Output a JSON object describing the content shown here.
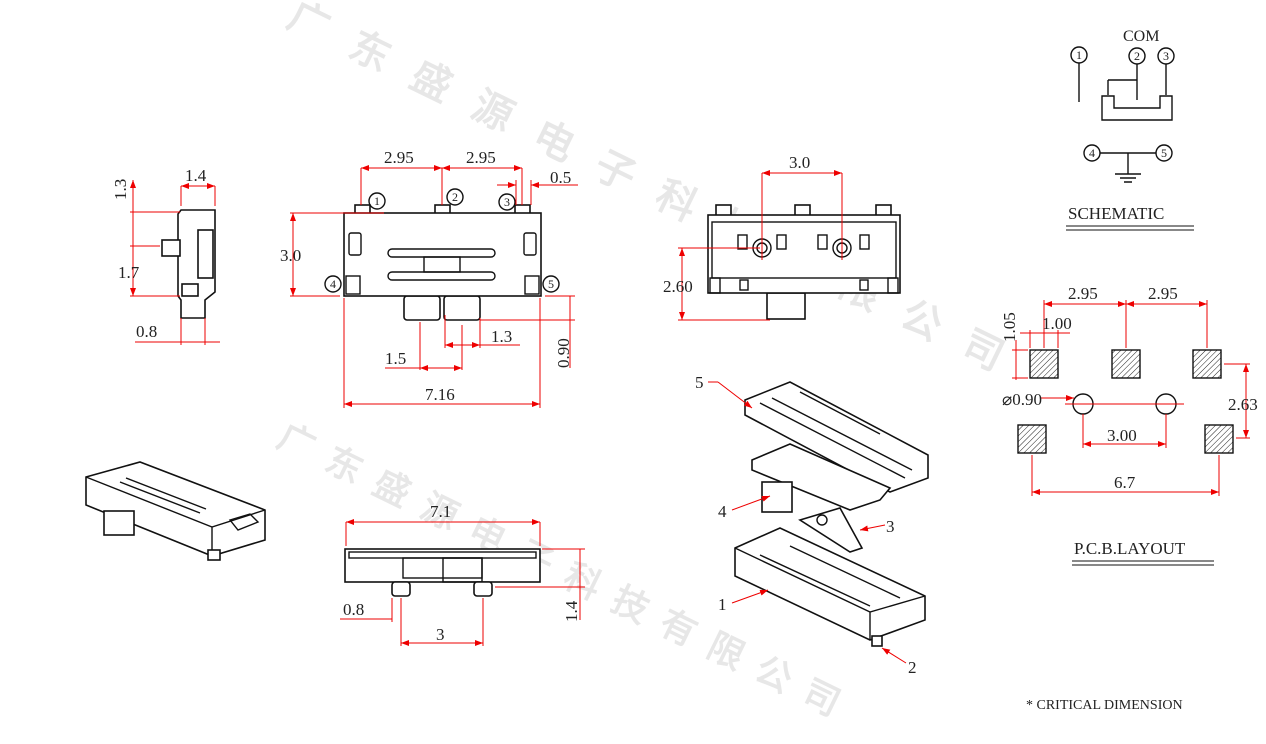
{
  "watermark": "广东盛源电子科技有限公司",
  "side_view": {
    "dim_a": "1.3",
    "dim_b": "1.4",
    "dim_c": "1.7",
    "dim_d": "0.8"
  },
  "top_view": {
    "pitch_left": "2.95",
    "pitch_right": "2.95",
    "pin_width": "0.5",
    "height": "3.0",
    "knob_a": "1.5",
    "knob_b": "1.3",
    "knob_protrusion": "0.90",
    "total_length": "7.16",
    "pins": [
      "1",
      "2",
      "3",
      "4",
      "5"
    ]
  },
  "right_view": {
    "pin_spacing": "3.0",
    "height": "2.60"
  },
  "bottom_view": {
    "length": "7.1",
    "post_offset": "0.8",
    "post_spacing": "3",
    "height": "1.4"
  },
  "exploded_view": {
    "labels": [
      "5",
      "4",
      "3",
      "1",
      "2"
    ]
  },
  "schematic": {
    "com_label": "COM",
    "pins": [
      "1",
      "2",
      "3",
      "4",
      "5"
    ],
    "title": "SCHEMATIC"
  },
  "pcb_layout": {
    "pitch_left": "2.95",
    "pitch_right": "2.95",
    "pad_height": "1.05",
    "pad_width": "1.00",
    "hole_dia": "⌀0.90",
    "row_spacing": "2.63",
    "hole_spacing": "3.00",
    "total_width": "6.7",
    "title": "P.C.B.LAYOUT"
  },
  "footnote": "* CRITICAL  DIMENSION"
}
